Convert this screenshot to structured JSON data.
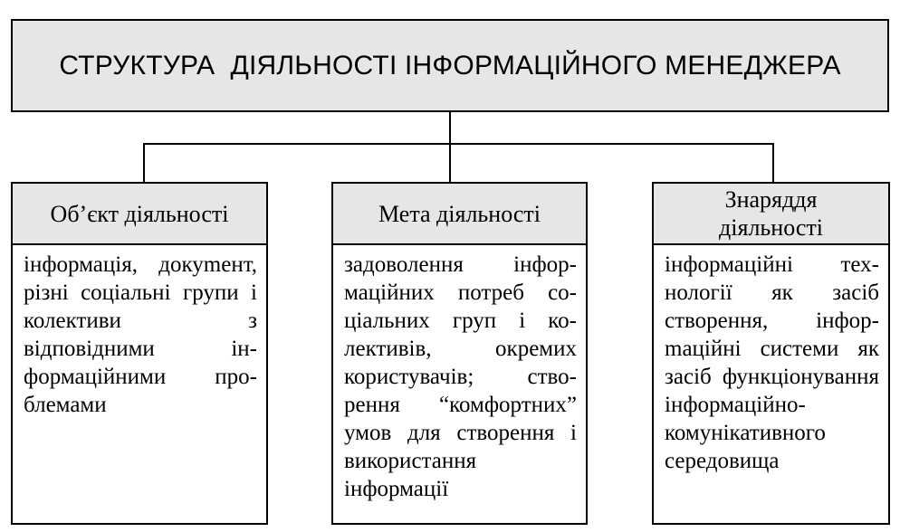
{
  "title": "СТРУКТУРА  ДІЯЛЬНОСТІ ІНФОРМАЦІЙНОГО МЕНЕДЖЕРА",
  "columns": [
    {
      "header": "Об’єкт діяльності",
      "body": "інформація, доку­mент, різні соціаль­ні групи і колективи з відповідними ін­формаційними про­блемами"
    },
    {
      "header": "Мета діяльності",
      "body": "задоволення інфор­маційних потреб со­ціальних груп і ко­лективів, окремих користувачів; ство­рення “комфорт­них” умов для ство­рення і викорис­тання інформації"
    },
    {
      "header": "Знаряддя діяльності",
      "body": "інформаційні тех­нології як засіб створення, інфор­mаційні системи як засіб функціону­вання інформацій­но-комунікативного середовища"
    }
  ]
}
